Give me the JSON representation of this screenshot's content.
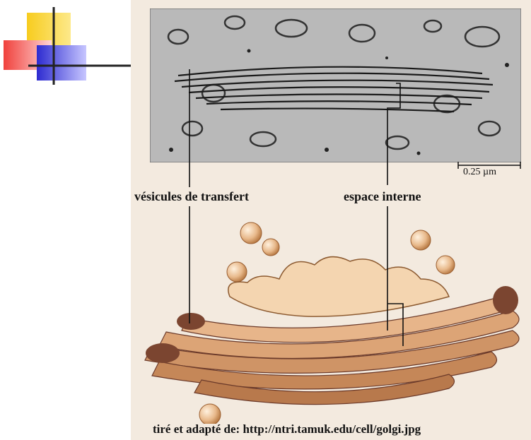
{
  "figure": {
    "scale_bar": "0.25 µm",
    "labels": {
      "vesicles": "vésicules de transfert",
      "internal_space": "espace interne"
    },
    "caption": "tiré et adapté de: http://ntri.tamuk.edu/cell/golgi.jpg"
  },
  "colors": {
    "logo_yellow": "#f7cc1e",
    "logo_red": "#f0413c",
    "logo_blue": "#2d2bd0",
    "panel_bg": "#f3eadf",
    "golgi_light": "#f4d5b0",
    "golgi_dark": "#6b3a2a"
  }
}
